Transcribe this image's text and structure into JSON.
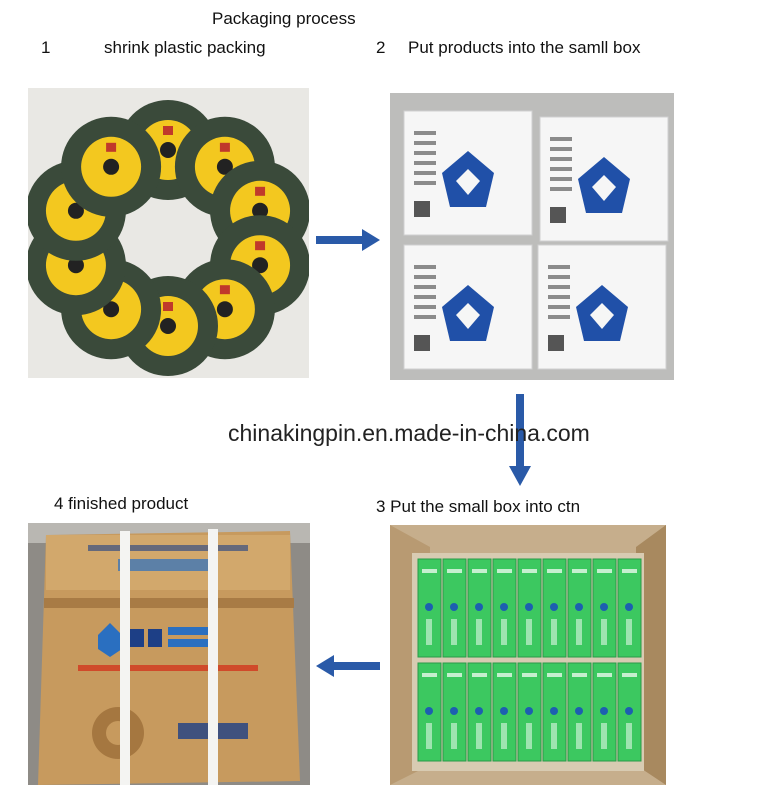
{
  "title": "Packaging process",
  "steps": {
    "step1": {
      "number": "1",
      "label": "shrink plastic packing"
    },
    "step2": {
      "number": "2",
      "label": "Put products into the samll box"
    },
    "step3": {
      "label": "3 Put the small box into ctn"
    },
    "step4": {
      "label": "4 finished product"
    }
  },
  "watermark": "chinakingpin.en.made-in-china.com",
  "colors": {
    "arrow": "#2a5aa8",
    "disc_label": "#f3c81f",
    "disc_body": "#3a4a3a",
    "box_logo": "#2050a8",
    "green_box": "#3cc860",
    "carton": "#c79a5e"
  },
  "icons": {
    "arrow1": "arrow-right-icon",
    "arrow2": "arrow-down-icon",
    "arrow3": "arrow-left-icon"
  }
}
